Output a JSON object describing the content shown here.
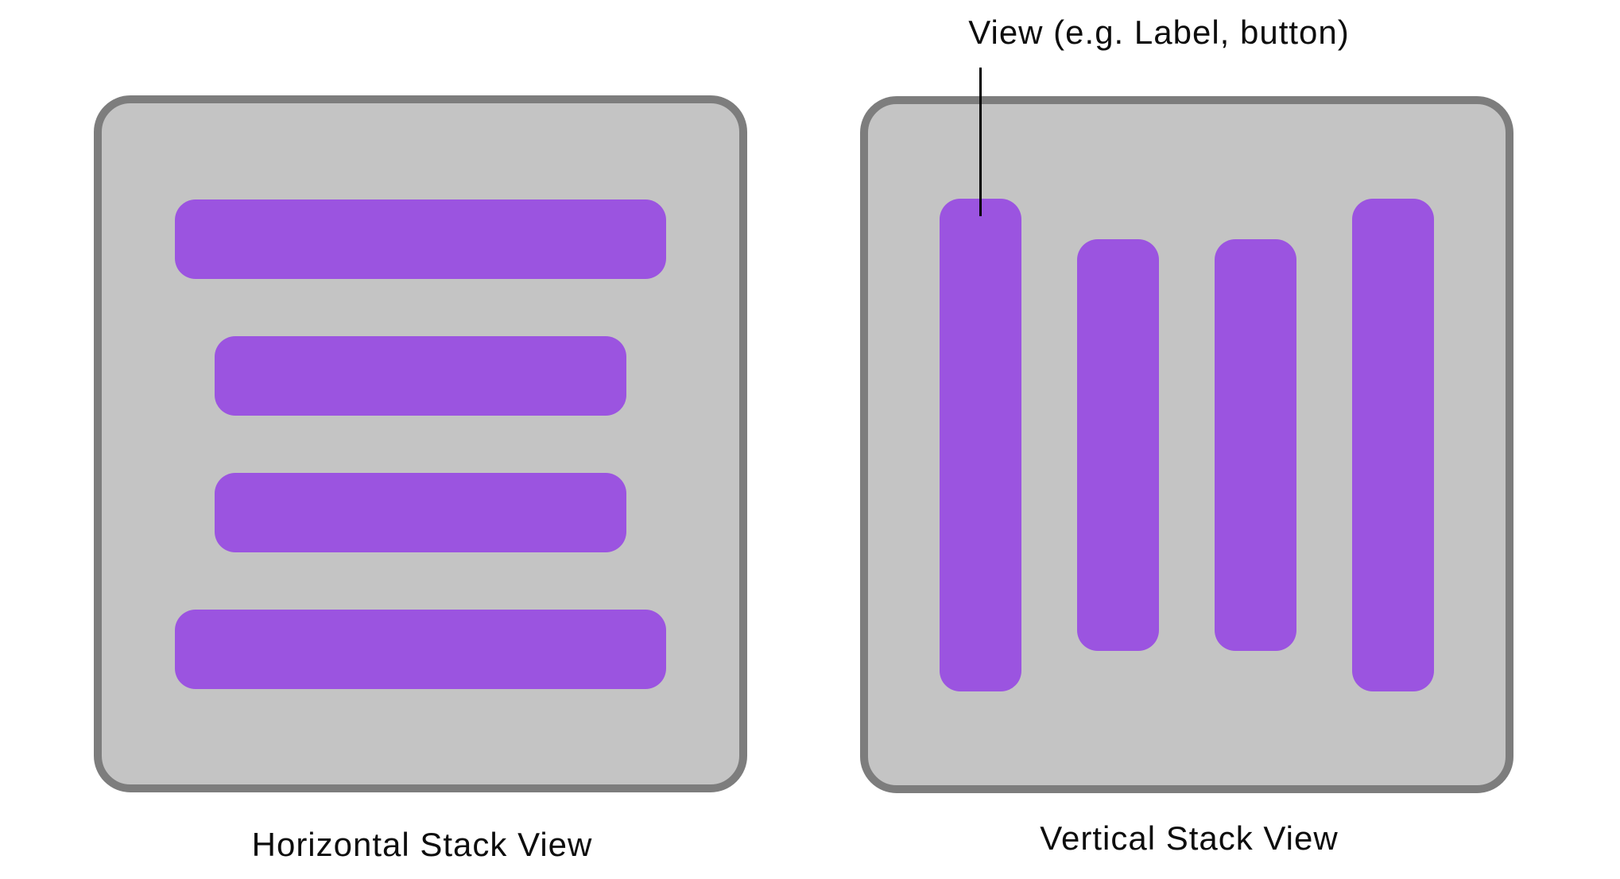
{
  "title": "Stack View diagram",
  "colors": {
    "background": "#ffffff",
    "container_fill": "#c4c4c4",
    "container_border": "#7d7d7d",
    "bar": "#9b54e0",
    "text": "#0d0d0d",
    "line": "#000000"
  },
  "annotation": {
    "label": "View (e.g. Label, button)",
    "points_to": "first bar of vertical stack"
  },
  "diagrams": [
    {
      "caption": "Horizontal Stack View",
      "orientation": "horizontal",
      "bars": [
        {
          "size": "long"
        },
        {
          "size": "short"
        },
        {
          "size": "short"
        },
        {
          "size": "long"
        }
      ]
    },
    {
      "caption": "Vertical Stack View",
      "orientation": "vertical",
      "bars": [
        {
          "size": "long"
        },
        {
          "size": "short"
        },
        {
          "size": "short"
        },
        {
          "size": "long"
        }
      ]
    }
  ]
}
